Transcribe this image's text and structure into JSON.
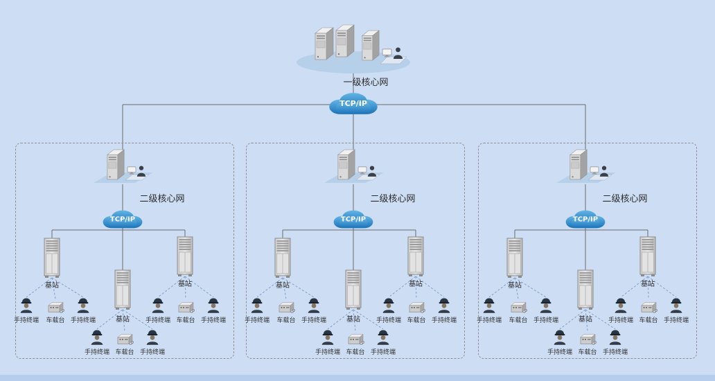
{
  "colors": {
    "background": "#cdddf4",
    "cloud_blue": "#2a84c8",
    "solid_line": "#6b6b6b",
    "dashed_line": "#7f9fc6"
  },
  "icons": {
    "l1_core": "server-cluster-icon",
    "l2_core": "server-workstation-icon",
    "base_station": "equipment-rack-icon",
    "handheld": "officer-icon",
    "vehicle": "mobile-radio-icon",
    "cloud": "cloud-icon"
  },
  "top": {
    "core_label": "一级核心网",
    "cloud_label": "TCP/IP"
  },
  "subnets": [
    {
      "core_label": "二级核心网",
      "cloud_label": "TCP/IP",
      "stations": [
        {
          "label": "基站",
          "terminals": [
            {
              "type": "handheld",
              "label": "手持终端"
            },
            {
              "type": "vehicle",
              "label": "车载台"
            },
            {
              "type": "handheld",
              "label": "手持终端"
            }
          ]
        },
        {
          "label": "基站",
          "terminals": [
            {
              "type": "handheld",
              "label": "手持终端"
            },
            {
              "type": "vehicle",
              "label": "车载台"
            },
            {
              "type": "handheld",
              "label": "手持终端"
            }
          ]
        },
        {
          "label": "基站",
          "terminals": [
            {
              "type": "handheld",
              "label": "手持终端"
            },
            {
              "type": "vehicle",
              "label": "车载台"
            },
            {
              "type": "handheld",
              "label": "手持终端"
            }
          ]
        }
      ]
    },
    {
      "core_label": "二级核心网",
      "cloud_label": "TCP/IP",
      "stations": [
        {
          "label": "基站",
          "terminals": [
            {
              "type": "handheld",
              "label": "手持终端"
            },
            {
              "type": "vehicle",
              "label": "车载台"
            },
            {
              "type": "handheld",
              "label": "手持终端"
            }
          ]
        },
        {
          "label": "基站",
          "terminals": [
            {
              "type": "handheld",
              "label": "手持终端"
            },
            {
              "type": "vehicle",
              "label": "车载台"
            },
            {
              "type": "handheld",
              "label": "手持终端"
            }
          ]
        },
        {
          "label": "基站",
          "terminals": [
            {
              "type": "handheld",
              "label": "手持终端"
            },
            {
              "type": "vehicle",
              "label": "车载台"
            },
            {
              "type": "handheld",
              "label": "手持终端"
            }
          ]
        }
      ]
    },
    {
      "core_label": "二级核心网",
      "cloud_label": "TCP/IP",
      "stations": [
        {
          "label": "基站",
          "terminals": [
            {
              "type": "handheld",
              "label": "手持终端"
            },
            {
              "type": "vehicle",
              "label": "车载台"
            },
            {
              "type": "handheld",
              "label": "手持终端"
            }
          ]
        },
        {
          "label": "基站",
          "terminals": [
            {
              "type": "handheld",
              "label": "手持终端"
            },
            {
              "type": "vehicle",
              "label": "车载台"
            },
            {
              "type": "handheld",
              "label": "手持终端"
            }
          ]
        },
        {
          "label": "基站",
          "terminals": [
            {
              "type": "handheld",
              "label": "手持终端"
            },
            {
              "type": "vehicle",
              "label": "车载台"
            },
            {
              "type": "handheld",
              "label": "手持终端"
            }
          ]
        }
      ]
    }
  ]
}
